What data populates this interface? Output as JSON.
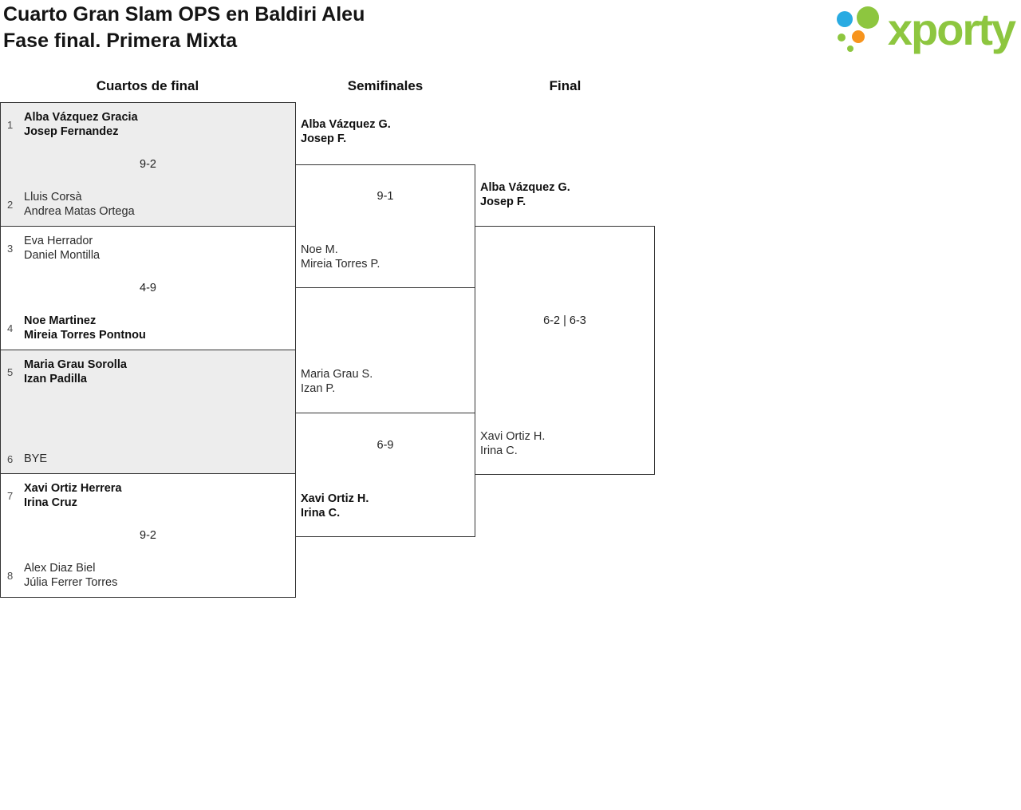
{
  "header": {
    "title_line1": "Cuarto Gran Slam OPS en Baldiri Aleu",
    "title_line2": "Fase final. Primera Mixta",
    "logo_text": "xporty"
  },
  "round_headers": {
    "quarterfinals": "Cuartos de final",
    "semifinals": "Semifinales",
    "final": "Final"
  },
  "quarterfinals": [
    {
      "seed_top": "1",
      "top_player1": "Alba Vázquez Gracia",
      "top_player2": "Josep Fernandez",
      "score": "9-2",
      "seed_bottom": "2",
      "bottom_player1": "Lluis Corsà",
      "bottom_player2": "Andrea Matas Ortega"
    },
    {
      "seed_top": "3",
      "top_player1": "Eva Herrador",
      "top_player2": "Daniel Montilla",
      "score": "4-9",
      "seed_bottom": "4",
      "bottom_player1": "Noe Martinez",
      "bottom_player2": "Mireia Torres Pontnou"
    },
    {
      "seed_top": "5",
      "top_player1": "Maria Grau Sorolla",
      "top_player2": "Izan Padilla",
      "score": "",
      "seed_bottom": "6",
      "bottom_player1": "BYE",
      "bottom_player2": ""
    },
    {
      "seed_top": "7",
      "top_player1": "Xavi Ortiz Herrera",
      "top_player2": "Irina Cruz",
      "score": "9-2",
      "seed_bottom": "8",
      "bottom_player1": "Alex Diaz Biel",
      "bottom_player2": "Júlia Ferrer Torres"
    }
  ],
  "semifinals": [
    {
      "top_player1": "Alba Vázquez G.",
      "top_player2": "Josep F.",
      "score": "9-1",
      "bottom_player1": "Noe M.",
      "bottom_player2": "Mireia Torres P."
    },
    {
      "top_player1": "Maria Grau S.",
      "top_player2": "Izan P.",
      "score": "6-9",
      "bottom_player1": "Xavi Ortiz H.",
      "bottom_player2": "Irina C."
    }
  ],
  "final": {
    "top_player1": "Alba Vázquez G.",
    "top_player2": "Josep F.",
    "score": "6-2 | 6-3",
    "bottom_player1": "Xavi Ortiz H.",
    "bottom_player2": "Irina C."
  },
  "colors": {
    "brand_green": "#8dc63f",
    "brand_blue": "#29abe2",
    "brand_orange": "#f7941d",
    "match_alt_bg": "#ededed"
  }
}
